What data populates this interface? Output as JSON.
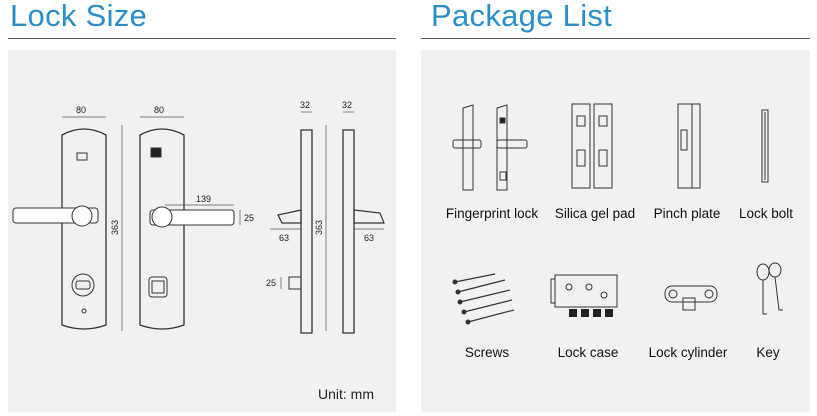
{
  "lock_size": {
    "title": "Lock Size",
    "unit": "Unit: mm",
    "dims": {
      "front_width": "80",
      "side_depth": "32",
      "height": "363",
      "handle_span": "139",
      "handle_thickness": "25",
      "handle_projection": "63",
      "knob_height": "25"
    }
  },
  "package_list": {
    "title": "Package List",
    "items": [
      {
        "label": "Fingerprint lock",
        "icon": "fingerprint-lock-icon"
      },
      {
        "label": "Silica gel pad",
        "icon": "silica-gel-pad-icon"
      },
      {
        "label": "Pinch plate",
        "icon": "pinch-plate-icon"
      },
      {
        "label": "Lock bolt",
        "icon": "lock-bolt-icon"
      },
      {
        "label": "Screws",
        "icon": "screws-icon"
      },
      {
        "label": "Lock case",
        "icon": "lock-case-icon"
      },
      {
        "label": "Lock cylinder",
        "icon": "lock-cylinder-icon"
      },
      {
        "label": "Key",
        "icon": "key-icon"
      }
    ]
  }
}
